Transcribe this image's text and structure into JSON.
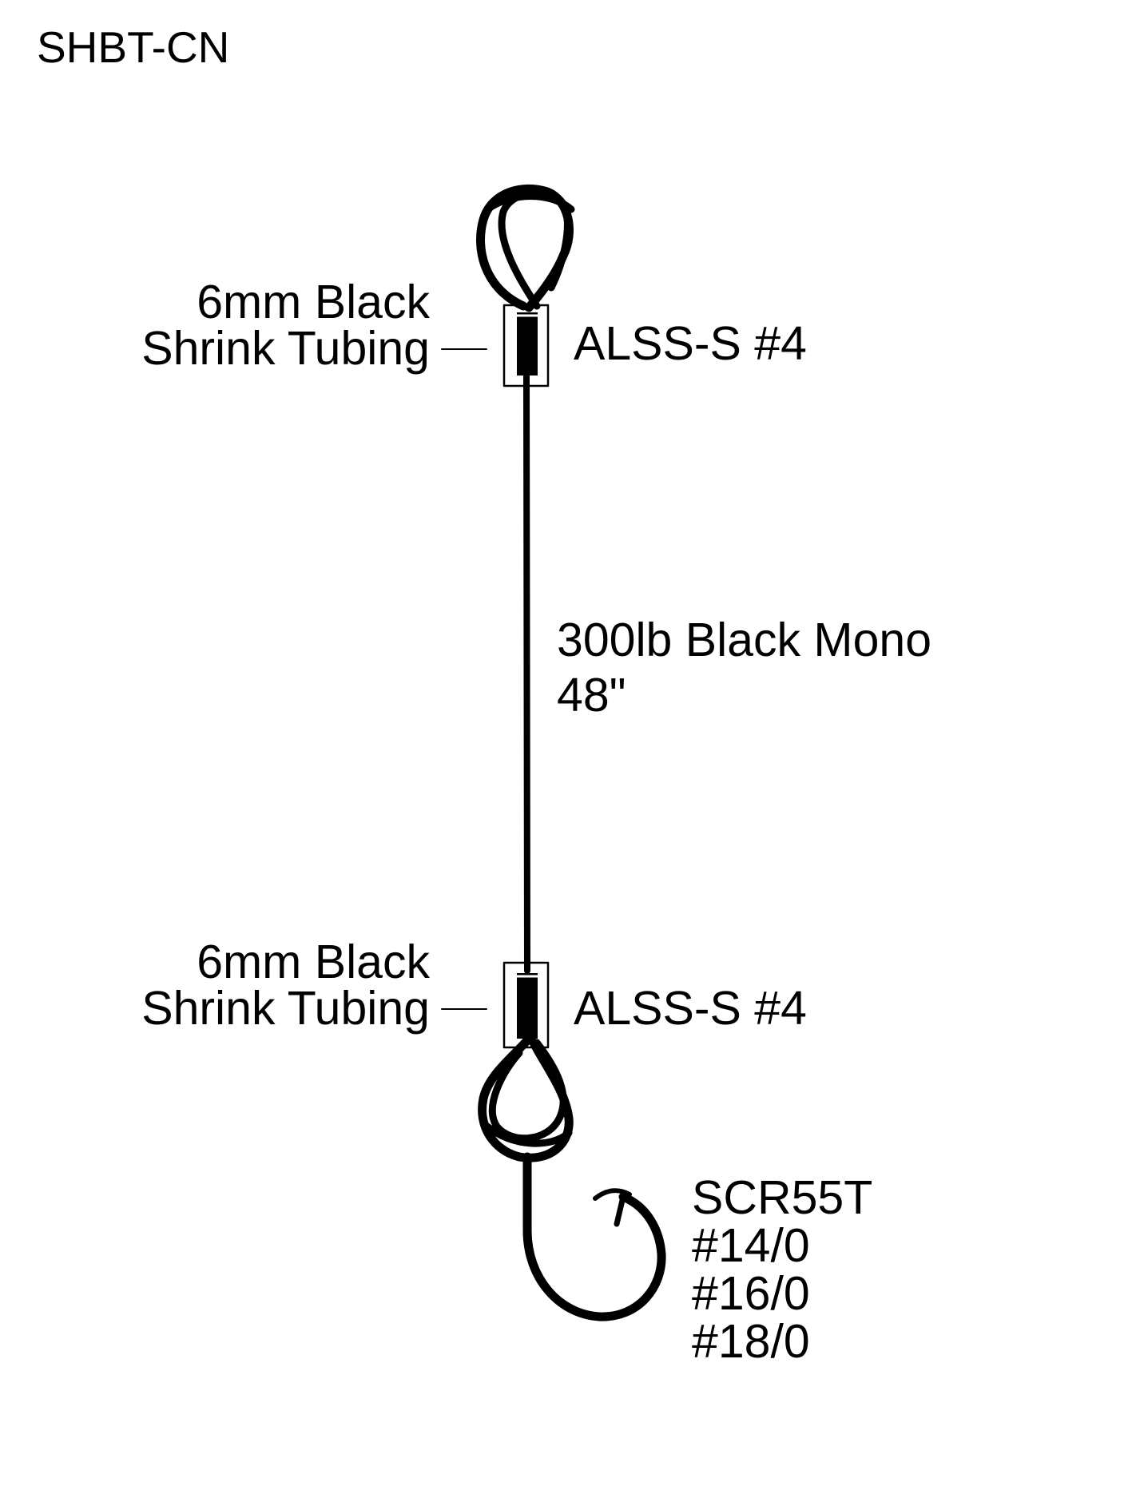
{
  "title": "SHBT-CN",
  "colors": {
    "line": "#000000",
    "background": "#ffffff"
  },
  "top_crimp": {
    "tubing_line1": "6mm Black",
    "tubing_line2": "Shrink Tubing",
    "sleeve": "ALSS-S #4"
  },
  "leader": {
    "line1": "300lb Black Mono",
    "line2": "48\""
  },
  "bottom_crimp": {
    "tubing_line1": "6mm Black",
    "tubing_line2": "Shrink Tubing",
    "sleeve": "ALSS-S #4"
  },
  "hook": {
    "model": "SCR55T",
    "sizes": [
      "#14/0",
      "#16/0",
      "#18/0"
    ]
  }
}
